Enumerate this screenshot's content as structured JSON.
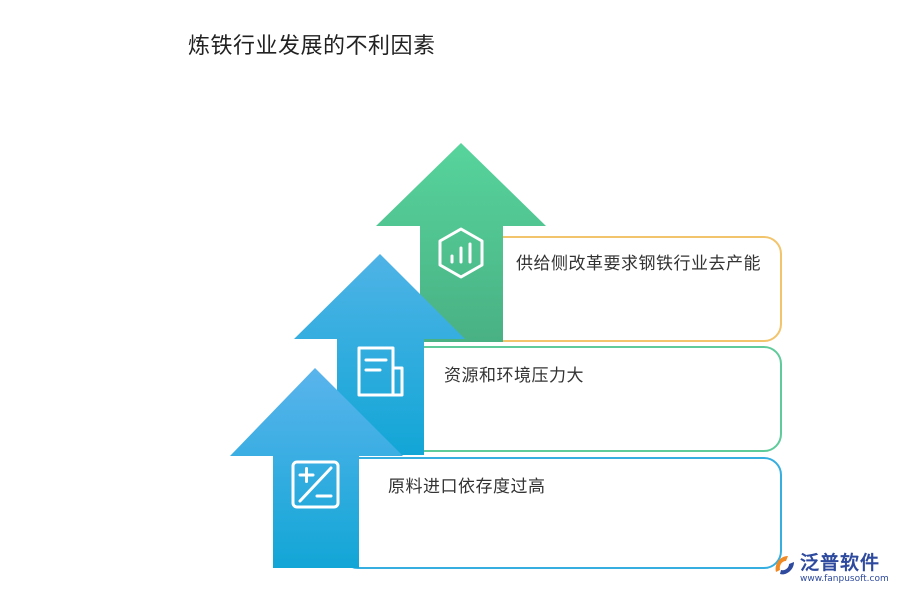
{
  "title": "炼铁行业发展的不利因素",
  "items": [
    {
      "text": "供给侧改革要求钢铁行业去产能",
      "icon": "bar-chart-hexagon-icon",
      "arrow_colors": [
        "#57d49c",
        "#49b184"
      ],
      "border_color": "#f2c46b"
    },
    {
      "text": "资源和环境压力大",
      "icon": "document-icon",
      "arrow_colors": [
        "#4fb3e6",
        "#12a6d6"
      ],
      "border_color": "#5fcb9b"
    },
    {
      "text": "原料进口依存度过高",
      "icon": "plus-minus-icon",
      "arrow_colors": [
        "#5ab4ec",
        "#12a6d6"
      ],
      "border_color": "#36aee0"
    }
  ],
  "logo": {
    "name": "泛普软件",
    "url": "www.fanpusoft.com"
  }
}
